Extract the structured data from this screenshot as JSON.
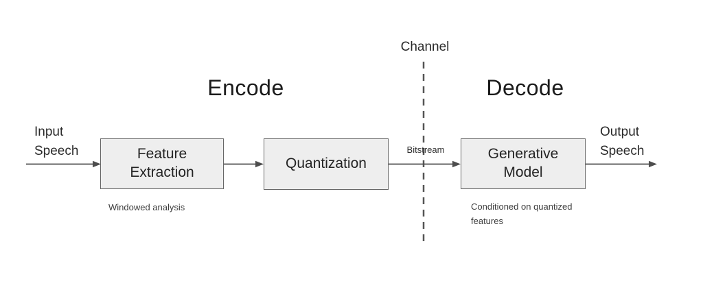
{
  "meta": {
    "background_color": "#ffffff",
    "box_fill_color": "#eeeeee",
    "box_border_color": "#666666",
    "line_color": "#4d4d4d",
    "text_color": "#212121"
  },
  "headers": {
    "encode": "Encode",
    "decode": "Decode"
  },
  "channel": {
    "label": "Channel"
  },
  "io": {
    "input_label": "Input Speech",
    "output_label": "Output Speech"
  },
  "flow": {
    "bitstream_label": "Bitstream"
  },
  "boxes": [
    {
      "id": "feature-extraction",
      "label": "Feature Extraction",
      "caption": "Windowed analysis"
    },
    {
      "id": "quantization",
      "label": "Quantization",
      "caption": ""
    },
    {
      "id": "generative-model",
      "label": "Generative Model",
      "caption": "Conditioned on quantized features"
    }
  ]
}
